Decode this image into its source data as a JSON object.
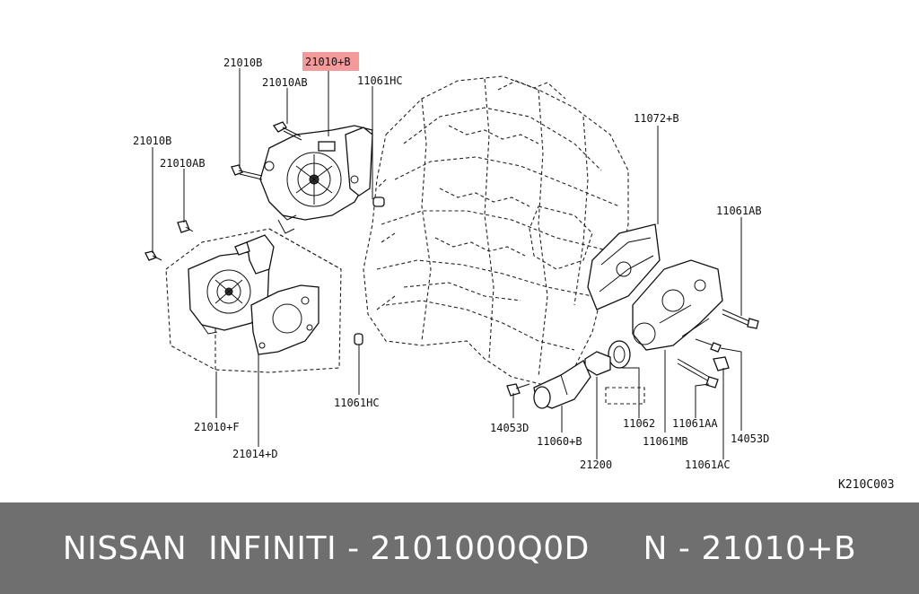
{
  "diagram": {
    "code": "K210C003",
    "highlight_color": "#f59a9a",
    "labels": {
      "l1": "21010B",
      "l2": "21010+B",
      "l3": "21010AB",
      "l4": "11061HC",
      "l5": "11072+B",
      "l6": "21010B",
      "l7": "21010AB",
      "l8": "11061AB",
      "l9": "11061HC",
      "l10": "14053D",
      "l11": "11062",
      "l12": "11061AA",
      "l13": "14053D",
      "l14": "21010+F",
      "l15": "11060+B",
      "l16": "11061MB",
      "l17": "21014+D",
      "l18": "21200",
      "l19": "11061AC"
    }
  },
  "footer": {
    "text": "NISSAN  INFINITI - 2101000Q0D     N - 21010+B",
    "background": "#6f6f6f"
  }
}
